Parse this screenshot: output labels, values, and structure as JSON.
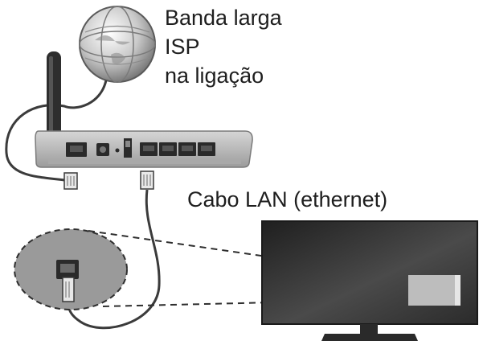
{
  "labels": {
    "isp_line1": "Banda larga",
    "isp_line2": "ISP",
    "isp_line3": "na ligação",
    "lan_cable": "Cabo LAN (ethernet)"
  },
  "icons": {
    "internet": "globe-icon",
    "router": "router-icon",
    "tv": "tv-icon",
    "port_zoom": "ethernet-port-icon"
  },
  "colors": {
    "text": "#1e1e1e",
    "router_body": "#b9b9b9",
    "tv_screen": "#3a3a3a",
    "zoom_circle": "#9a9a9a",
    "cable": "#3b3b3b"
  }
}
